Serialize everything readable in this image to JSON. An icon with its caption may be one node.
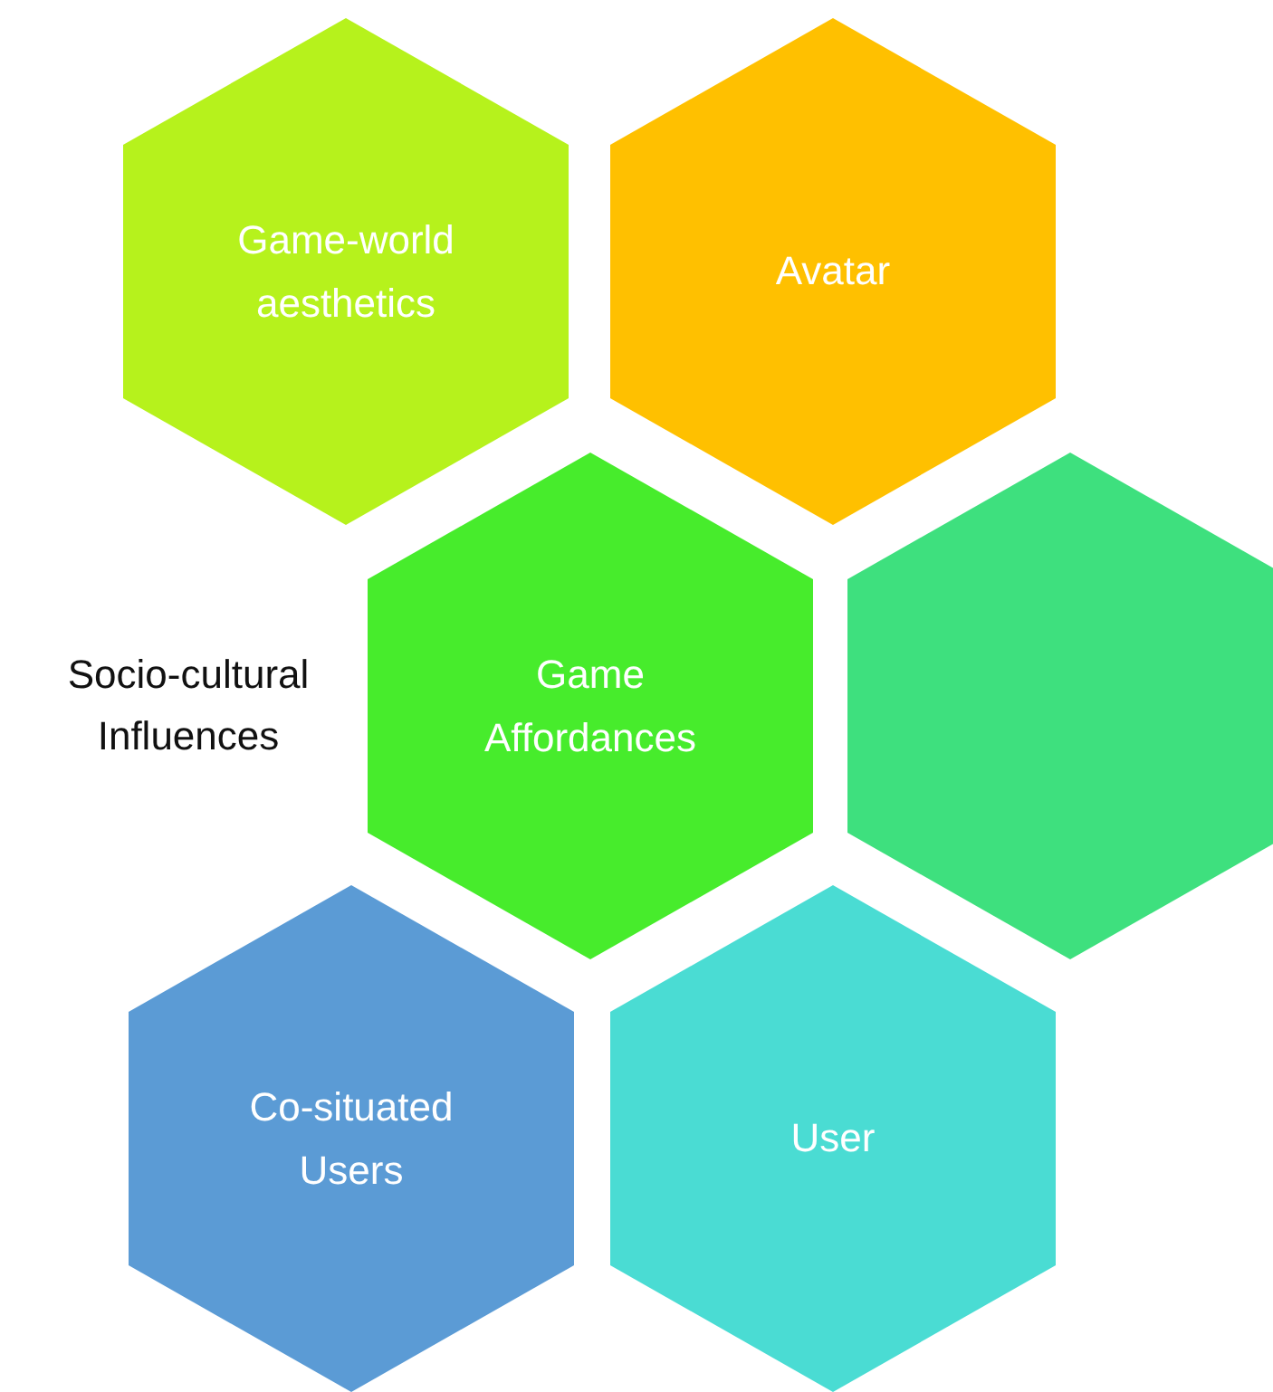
{
  "diagram": {
    "nodes": [
      {
        "text": [
          "Game-world aesthetics"
        ]
      },
      {
        "text": [
          "Avatar"
        ]
      },
      {
        "text": [
          "Game Affordances"
        ]
      },
      {
        "text": [],
        "shape": "hexagon"
      },
      {
        "text": [
          "Co-situated Users"
        ]
      },
      {
        "text": [
          "User"
        ]
      }
    ],
    "labels": [
      "Socio-cultural Influences"
    ]
  }
}
